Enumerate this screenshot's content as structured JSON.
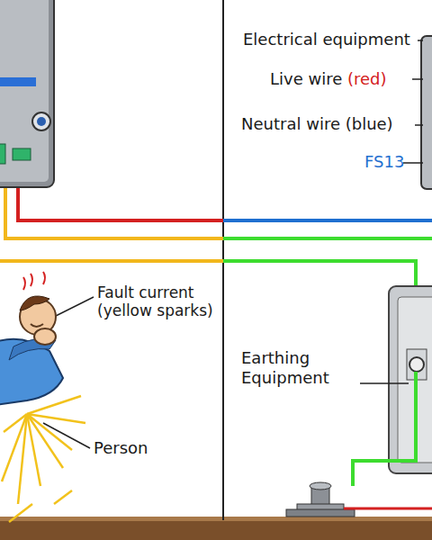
{
  "diagram": {
    "labels": [
      "Electrical equipment",
      "Live wire",
      "(red)",
      "Neutral wire (blue)",
      "FS13",
      "Fault current (yellow sparks)",
      "Earthing Equipment",
      "Person"
    ]
  }
}
